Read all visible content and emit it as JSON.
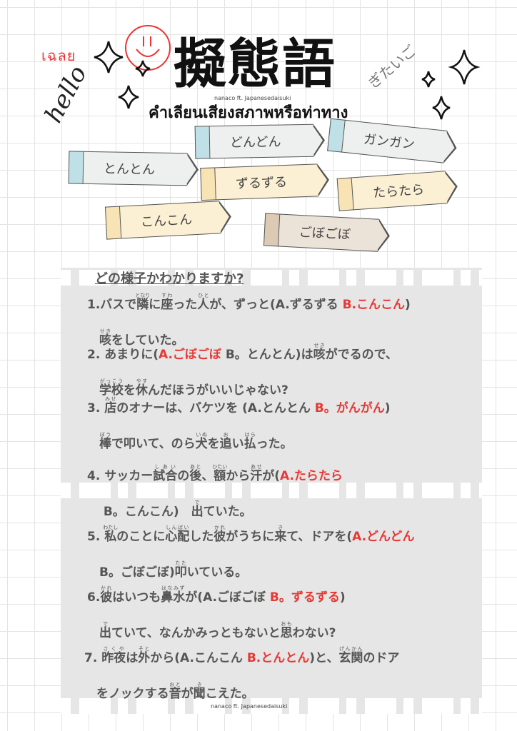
{
  "header": {
    "answer_label": "เฉลย",
    "hello": "hello",
    "title": "擬態語",
    "title_reading": "ぎたいご",
    "credit": "nanaco ft. Japanesedaisuki",
    "subtitle": "คำเลียนเสียงสภาพหรือท่าทาง"
  },
  "tags": [
    {
      "label": "どんどん",
      "cap": "#bfe0e6",
      "bg": "#eef0f0"
    },
    {
      "label": "ガンガン",
      "cap": "#bfe0e6",
      "bg": "#eef0f0"
    },
    {
      "label": "とんとん",
      "cap": "#bfe0e6",
      "bg": "#eef0f0"
    },
    {
      "label": "ずるずる",
      "cap": "#f8e3b5",
      "bg": "#fbf0d4"
    },
    {
      "label": "たらたら",
      "cap": "#f8e3b5",
      "bg": "#fbf0d4"
    },
    {
      "label": "こんこん",
      "cap": "#f8e3b5",
      "bg": "#fbf0d4"
    },
    {
      "label": "ごぼごぼ",
      "cap": "#dccab4",
      "bg": "#ece3d8"
    }
  ],
  "worksheet": {
    "heading": "どの様子かわかりますか?",
    "questions": [
      [
        [
          {
            "t": "1.バスで"
          },
          {
            "t": "隣",
            "r": "となり"
          },
          {
            "t": "に"
          },
          {
            "t": "座",
            "r": "すわ"
          },
          {
            "t": "った"
          },
          {
            "t": "人",
            "r": "ひと"
          },
          {
            "t": "が、ずっと(A.ずるずる  "
          },
          {
            "t": "B.こんこん",
            "red": true
          },
          {
            "t": ")"
          }
        ],
        [
          {
            "t": "　"
          },
          {
            "t": "咳",
            "r": "せき"
          },
          {
            "t": "をしていた。"
          }
        ]
      ],
      [
        [
          {
            "t": "2. あまりに("
          },
          {
            "t": "A.ごぼごぼ",
            "red": true
          },
          {
            "t": "  B。とんとん)は"
          },
          {
            "t": "咳",
            "r": "せき"
          },
          {
            "t": "がでるので、"
          }
        ],
        [
          {
            "t": "　"
          },
          {
            "t": "学校",
            "r": "がっこう"
          },
          {
            "t": "を"
          },
          {
            "t": "休",
            "r": "やす"
          },
          {
            "t": "んだほうがいいじゃない?"
          }
        ]
      ],
      [
        [
          {
            "t": "3. "
          },
          {
            "t": "店",
            "r": "みせ"
          },
          {
            "t": "のオナーは、バケツを (A.とんとん  "
          },
          {
            "t": "B。がんがん",
            "red": true
          },
          {
            "t": ")"
          }
        ],
        [
          {
            "t": "　"
          },
          {
            "t": "棒",
            "r": "ぼう"
          },
          {
            "t": "で叩いて、のら"
          },
          {
            "t": "犬",
            "r": "いぬ"
          },
          {
            "t": "を"
          },
          {
            "t": "追",
            "r": "お"
          },
          {
            "t": "い"
          },
          {
            "t": "払",
            "r": "はら"
          },
          {
            "t": "った。"
          }
        ]
      ],
      [
        [
          {
            "t": "4. サッカー"
          },
          {
            "t": "試合",
            "r": "しあい"
          },
          {
            "t": "の"
          },
          {
            "t": "後",
            "r": "あと"
          },
          {
            "t": "、"
          },
          {
            "t": "額",
            "r": "ひたい"
          },
          {
            "t": "から"
          },
          {
            "t": "汗",
            "r": "あせ"
          },
          {
            "t": "が("
          },
          {
            "t": "A.たらたら",
            "red": true
          }
        ],
        [
          {
            "t": "　 B。こんこん)　"
          },
          {
            "t": "出",
            "r": "で"
          },
          {
            "t": "ていた。"
          }
        ]
      ],
      [
        [
          {
            "t": "5. "
          },
          {
            "t": "私",
            "r": "わたし"
          },
          {
            "t": "のことに"
          },
          {
            "t": "心配",
            "r": "しんぱい"
          },
          {
            "t": "した"
          },
          {
            "t": "彼",
            "r": "かれ"
          },
          {
            "t": "がうちに"
          },
          {
            "t": "来",
            "r": "き"
          },
          {
            "t": "て、ドアを("
          },
          {
            "t": "A.どんどん",
            "red": true
          }
        ],
        [
          {
            "t": "　B。ごぼごぼ)"
          },
          {
            "t": "叩",
            "r": "たた"
          },
          {
            "t": "いている。"
          }
        ]
      ],
      [
        [
          {
            "t": "6."
          },
          {
            "t": "彼",
            "r": "かれ"
          },
          {
            "t": "はいつも"
          },
          {
            "t": "鼻水",
            "r": "はなみず"
          },
          {
            "t": "が(A.ごぼごぼ  "
          },
          {
            "t": "B。ずるずる",
            "red": true
          },
          {
            "t": ")"
          }
        ],
        [
          {
            "t": "　"
          },
          {
            "t": "出",
            "r": "で"
          },
          {
            "t": "ていて、なんかみっともないと"
          },
          {
            "t": "思",
            "r": "おも"
          },
          {
            "t": "わない?"
          }
        ]
      ],
      [
        [
          {
            "t": "7. "
          },
          {
            "t": "昨夜",
            "r": "さくや"
          },
          {
            "t": "は"
          },
          {
            "t": "外",
            "r": "そと"
          },
          {
            "t": "から(A.こんこん  "
          },
          {
            "t": "B.とんとん",
            "red": true
          },
          {
            "t": ")と、"
          },
          {
            "t": "玄関",
            "r": "げんかん"
          },
          {
            "t": "のドア"
          }
        ],
        [
          {
            "t": "　をノックする"
          },
          {
            "t": "音",
            "r": "おと"
          },
          {
            "t": "が"
          },
          {
            "t": "聞",
            "r": "き"
          },
          {
            "t": "こえた。"
          }
        ]
      ]
    ]
  },
  "colors": {
    "answer": "#e53935",
    "panel": "#e6e6e6"
  }
}
